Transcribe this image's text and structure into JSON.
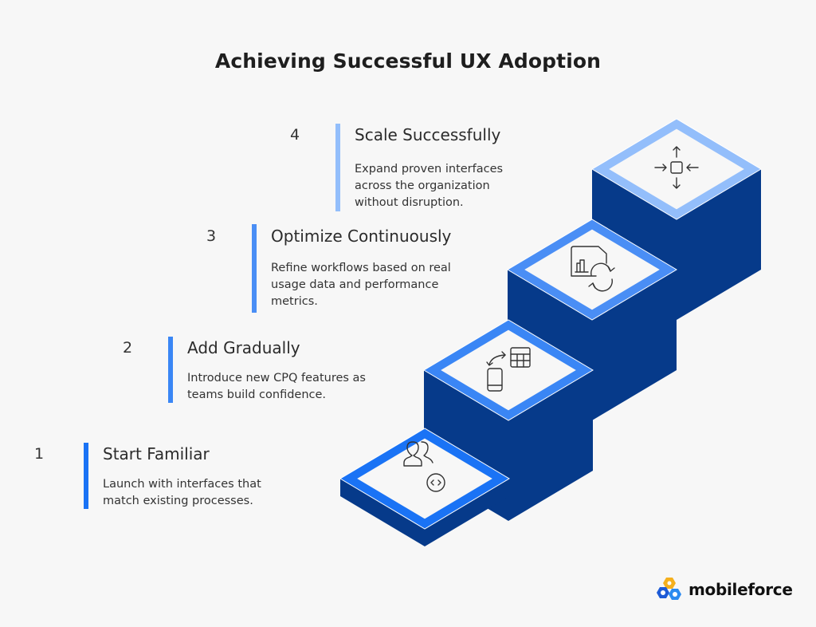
{
  "title": "Achieving Successful UX Adoption",
  "steps": [
    {
      "number": "1",
      "heading": "Start Familiar",
      "description": [
        "Launch with interfaces that",
        "match existing processes."
      ],
      "icon": "users-code-icon",
      "accent": "#1A73F5"
    },
    {
      "number": "2",
      "heading": "Add Gradually",
      "description": [
        "Introduce new CPQ features as",
        "teams build confidence."
      ],
      "icon": "mobile-table-sync-icon",
      "accent": "#3A86F5"
    },
    {
      "number": "3",
      "heading": "Optimize Continuously",
      "description": [
        "Refine workflows based on real",
        "usage data and performance",
        "metrics."
      ],
      "icon": "report-refresh-icon",
      "accent": "#4A8EF5"
    },
    {
      "number": "4",
      "heading": "Scale Successfully",
      "description": [
        "Expand proven interfaces",
        "across the organization",
        "without disruption."
      ],
      "icon": "scale-expand-icon",
      "accent": "#93BEFB"
    }
  ],
  "colors": {
    "depth": "#063A8A",
    "background": "#F7F7F7",
    "inner": "#F7F7F7"
  },
  "brand": {
    "name": "mobileforce"
  }
}
